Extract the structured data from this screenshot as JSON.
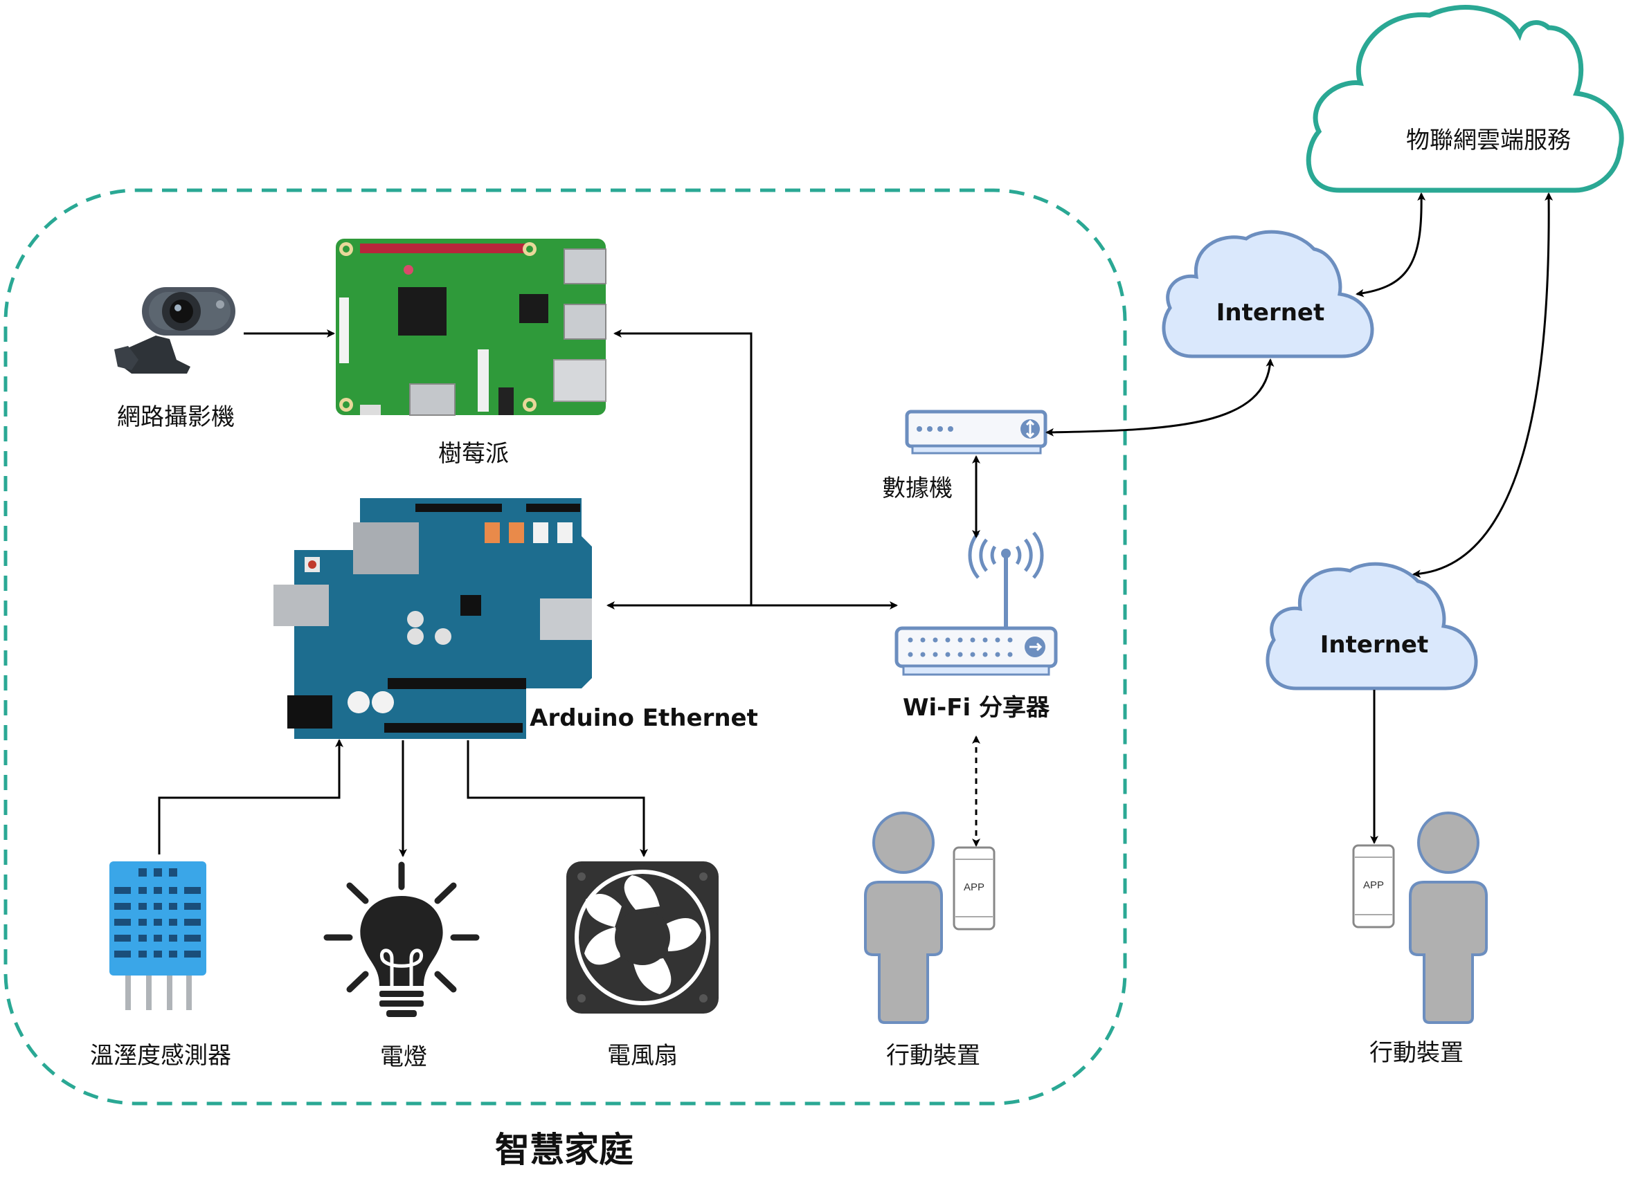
{
  "labels": {
    "webcam": "網路攝影機",
    "raspberry_pi": "樹莓派",
    "arduino": "Arduino Ethernet",
    "modem": "數據機",
    "router": "Wi-Fi 分享器",
    "sensor": "溫溼度感測器",
    "lamp": "電燈",
    "fan": "電風扇",
    "mobile_home": "行動裝置",
    "mobile_remote": "行動裝置",
    "smart_home": "智慧家庭",
    "iot_cloud": "物聯網雲端服務",
    "internet_top": "Internet",
    "internet_bottom": "Internet",
    "app_home": "APP",
    "app_remote": "APP"
  },
  "colors": {
    "home_boundary": "#2aa894",
    "iot_cloud_stroke": "#2aa894",
    "internet_cloud_fill": "#dae8fc",
    "internet_cloud_stroke": "#6c8ebf",
    "pcb_green": "#2f9a3a",
    "arduino_blue": "#1d6d8f",
    "person_gray": "#b0b0b0",
    "sensor_blue": "#3aa6e8",
    "arrow": "#000000"
  },
  "icons": [
    "webcam-icon",
    "raspberry-pi-icon",
    "arduino-board-icon",
    "modem-icon",
    "wifi-router-icon",
    "temp-humidity-sensor-icon",
    "light-bulb-icon",
    "fan-icon",
    "person-icon",
    "smartphone-icon",
    "cloud-icon"
  ]
}
